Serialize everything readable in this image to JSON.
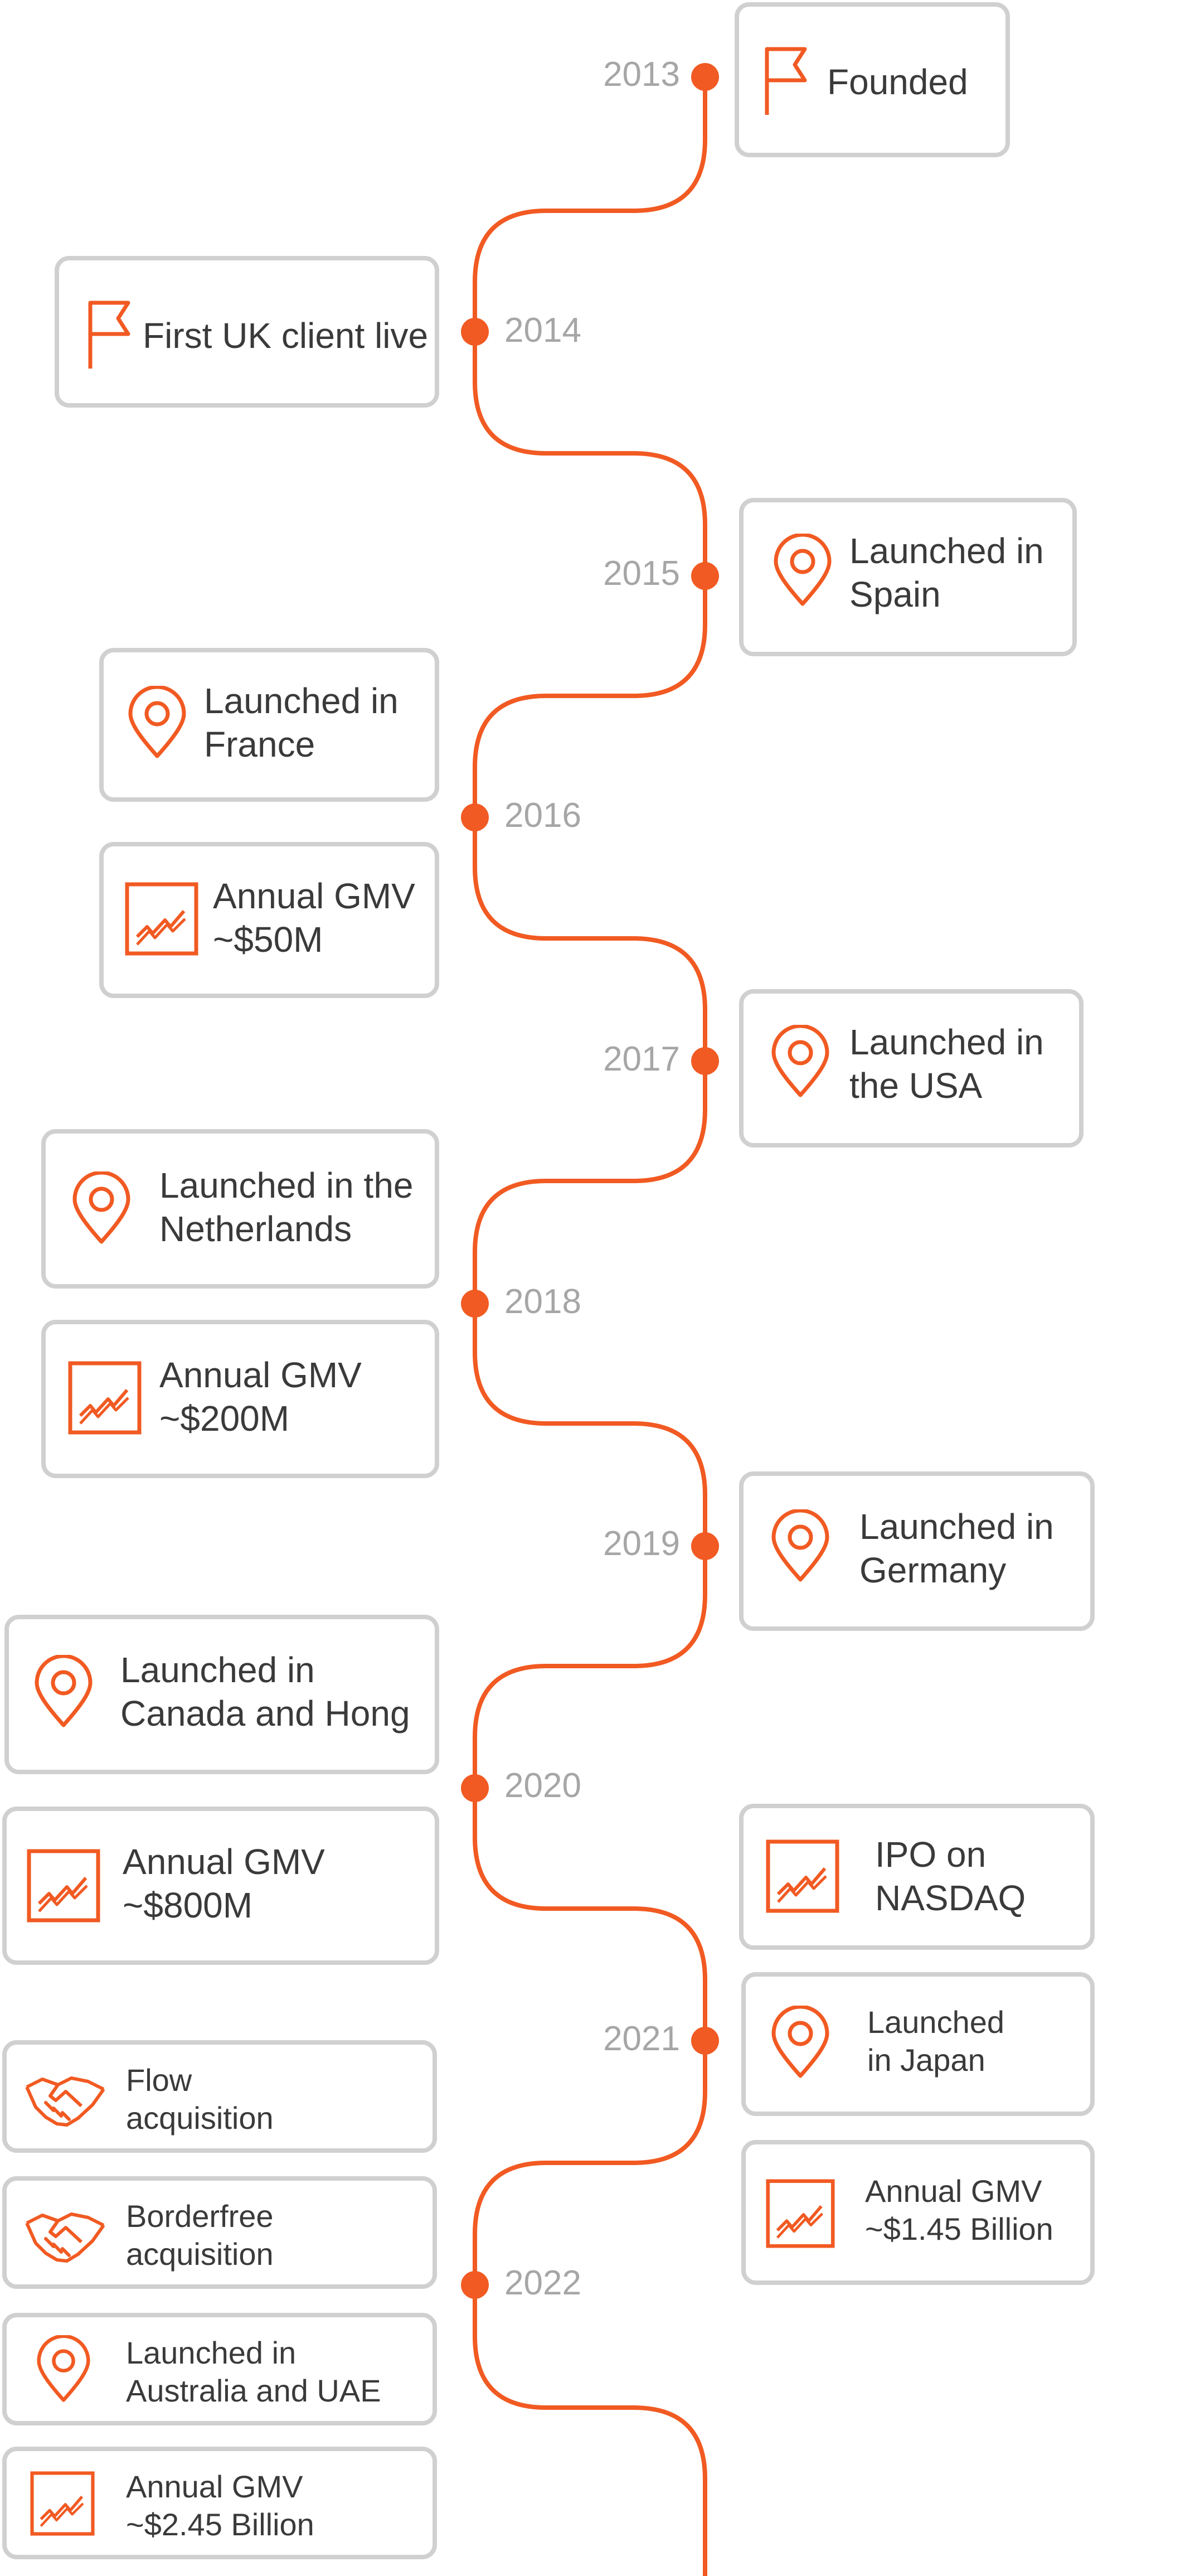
{
  "colors": {
    "accent": "#f15a22",
    "card_border": "#d0d0d0",
    "year_text": "#a6a6a6",
    "label_text": "#3a3a3a"
  },
  "years": [
    "2013",
    "2014",
    "2015",
    "2016",
    "2017",
    "2018",
    "2019",
    "2020",
    "2021",
    "2022"
  ],
  "cards": [
    {
      "id": "founded",
      "icon": "flag-icon",
      "text": "Founded"
    },
    {
      "id": "uk",
      "icon": "flag-icon",
      "text": "First UK client live"
    },
    {
      "id": "spain",
      "icon": "location-pin-icon",
      "text": "Launched in\nSpain"
    },
    {
      "id": "france",
      "icon": "location-pin-icon",
      "text": "Launched in\nFrance"
    },
    {
      "id": "gmv50",
      "icon": "growth-chart-icon",
      "text": "Annual GMV\n~$50M"
    },
    {
      "id": "usa",
      "icon": "location-pin-icon",
      "text": "Launched in\nthe USA"
    },
    {
      "id": "netherlands",
      "icon": "location-pin-icon",
      "text": "Launched in the\nNetherlands"
    },
    {
      "id": "gmv200",
      "icon": "growth-chart-icon",
      "text": "Annual GMV\n~$200M"
    },
    {
      "id": "germany",
      "icon": "location-pin-icon",
      "text": "Launched in\nGermany"
    },
    {
      "id": "canada",
      "icon": "location-pin-icon",
      "text": "Launched in\nCanada and Hong"
    },
    {
      "id": "gmv800",
      "icon": "growth-chart-icon",
      "text": "Annual GMV\n~$800M"
    },
    {
      "id": "ipo",
      "icon": "growth-chart-icon",
      "text": "IPO on\nNASDAQ"
    },
    {
      "id": "japan",
      "icon": "location-pin-icon",
      "text": "Launched\nin Japan"
    },
    {
      "id": "gmv145",
      "icon": "growth-chart-icon",
      "text": "Annual GMV\n~$1.45 Billion"
    },
    {
      "id": "flow",
      "icon": "handshake-icon",
      "text": "Flow\nacquisition"
    },
    {
      "id": "borderfree",
      "icon": "handshake-icon",
      "text": "Borderfree\nacquisition"
    },
    {
      "id": "australia",
      "icon": "location-pin-icon",
      "text": "Launched in\nAustralia and UAE"
    },
    {
      "id": "gmv245",
      "icon": "growth-chart-icon",
      "text": "Annual GMV\n~$2.45 Billion"
    }
  ]
}
